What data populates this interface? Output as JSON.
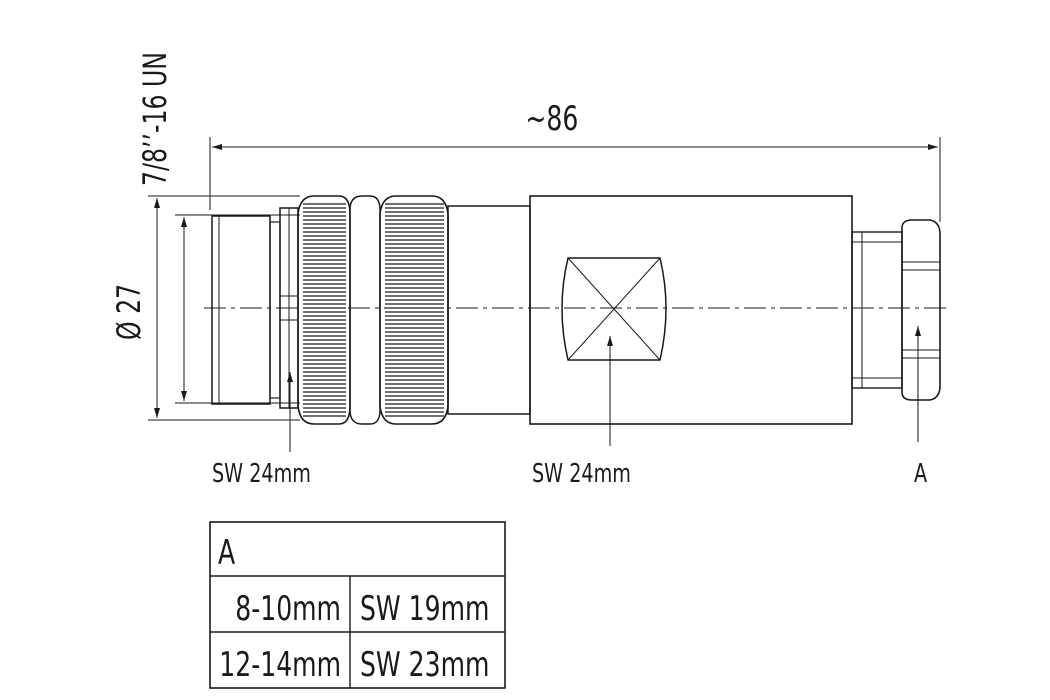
{
  "dimensions": {
    "length": "~86",
    "thread": "7/8’’-16 UN",
    "diameter": "Ø 27"
  },
  "callouts": {
    "left_wrench": "SW 24mm",
    "middle_wrench": "SW 24mm",
    "right_ref": "A"
  },
  "table": {
    "header": "A",
    "rows": [
      {
        "range": "8-10mm",
        "wrench": "SW 19mm"
      },
      {
        "range": "12-14mm",
        "wrench": "SW 23mm"
      }
    ]
  }
}
